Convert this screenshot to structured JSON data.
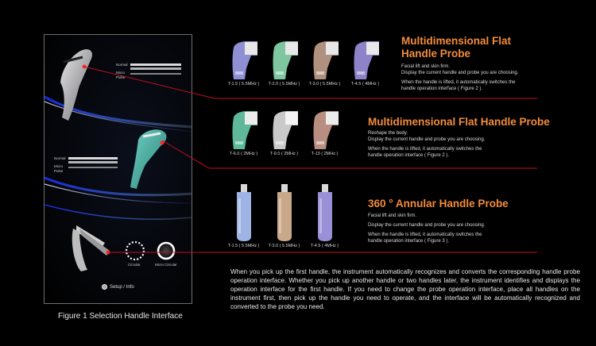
{
  "figure": {
    "caption": "Figure 1  Selection Handle Interface",
    "labels": {
      "normal": "Normal",
      "micro_pulse": "Micro\nPulse",
      "circular": "Circular",
      "micro_circular": "Micro Circular",
      "setup": "Setup / Info"
    }
  },
  "sections": [
    {
      "title": "Multidimensional Flat\nHandle Probe",
      "lines": [
        "Facial lift and skin firm.",
        "Display the current handle and probe you are choosing.",
        "When the handle is lifted, it automatically switches the",
        "handle operation interface ( Figure 2 )."
      ],
      "probes": [
        {
          "label": "T-1.5 ( 5.5MHz )",
          "color": "#8f8fd4"
        },
        {
          "label": "T-2.0 ( 5.5MHz )",
          "color": "#7fc6a0"
        },
        {
          "label": "T-3.0 ( 5.5MHz )",
          "color": "#b0907e"
        },
        {
          "label": "T-4.5 ( 4MHz )",
          "color": "#8e82c8"
        }
      ]
    },
    {
      "title": "Multidimensional Flat Handle Probe",
      "lines": [
        "Reshape the body.",
        "Display the current handle and probe you are choosing.",
        "When the handle is lifted, it automatically switches the",
        "handle operation interface ( Figure 2 )."
      ],
      "probes": [
        {
          "label": "T-6.0 ( 2MHz )",
          "color": "#5fb89a"
        },
        {
          "label": "T-9.0 ( 2MHz )",
          "color": "#c9c9c9"
        },
        {
          "label": "T-13 ( 2MHz )",
          "color": "#b88e80"
        }
      ]
    },
    {
      "title": "360 ° Annular Handle Probe",
      "lines": [
        "Facial lift and skin firm.",
        "Display the current handle and probe you are choosing.",
        "When the handle is lifted, it automatically switches the",
        "handle operation interface ( Figure 3 )."
      ],
      "probes": [
        {
          "label": "T-1.5 ( 5.5MHz )",
          "color": "#9fb4e4"
        },
        {
          "label": "T-3.0 ( 5.5MHz )",
          "color": "#c8a888"
        },
        {
          "label": "T-4.5 ( 4MHz )",
          "color": "#9a90d8"
        }
      ]
    }
  ],
  "accent_color": "#f28c3c",
  "line_color": "#c2101c",
  "paragraph": "When you pick up the first handle, the instrument automatically recognizes and converts the corresponding handle probe operation interface. Whether you pick up another handle or two handles later, the instrument identifies and displays the operation interface for the first handle. If you need to change the probe operation interface, place all handles on the instrument first, then pick up the handle you need to operate, and the interface will be automatically recognized and converted to the probe you need."
}
